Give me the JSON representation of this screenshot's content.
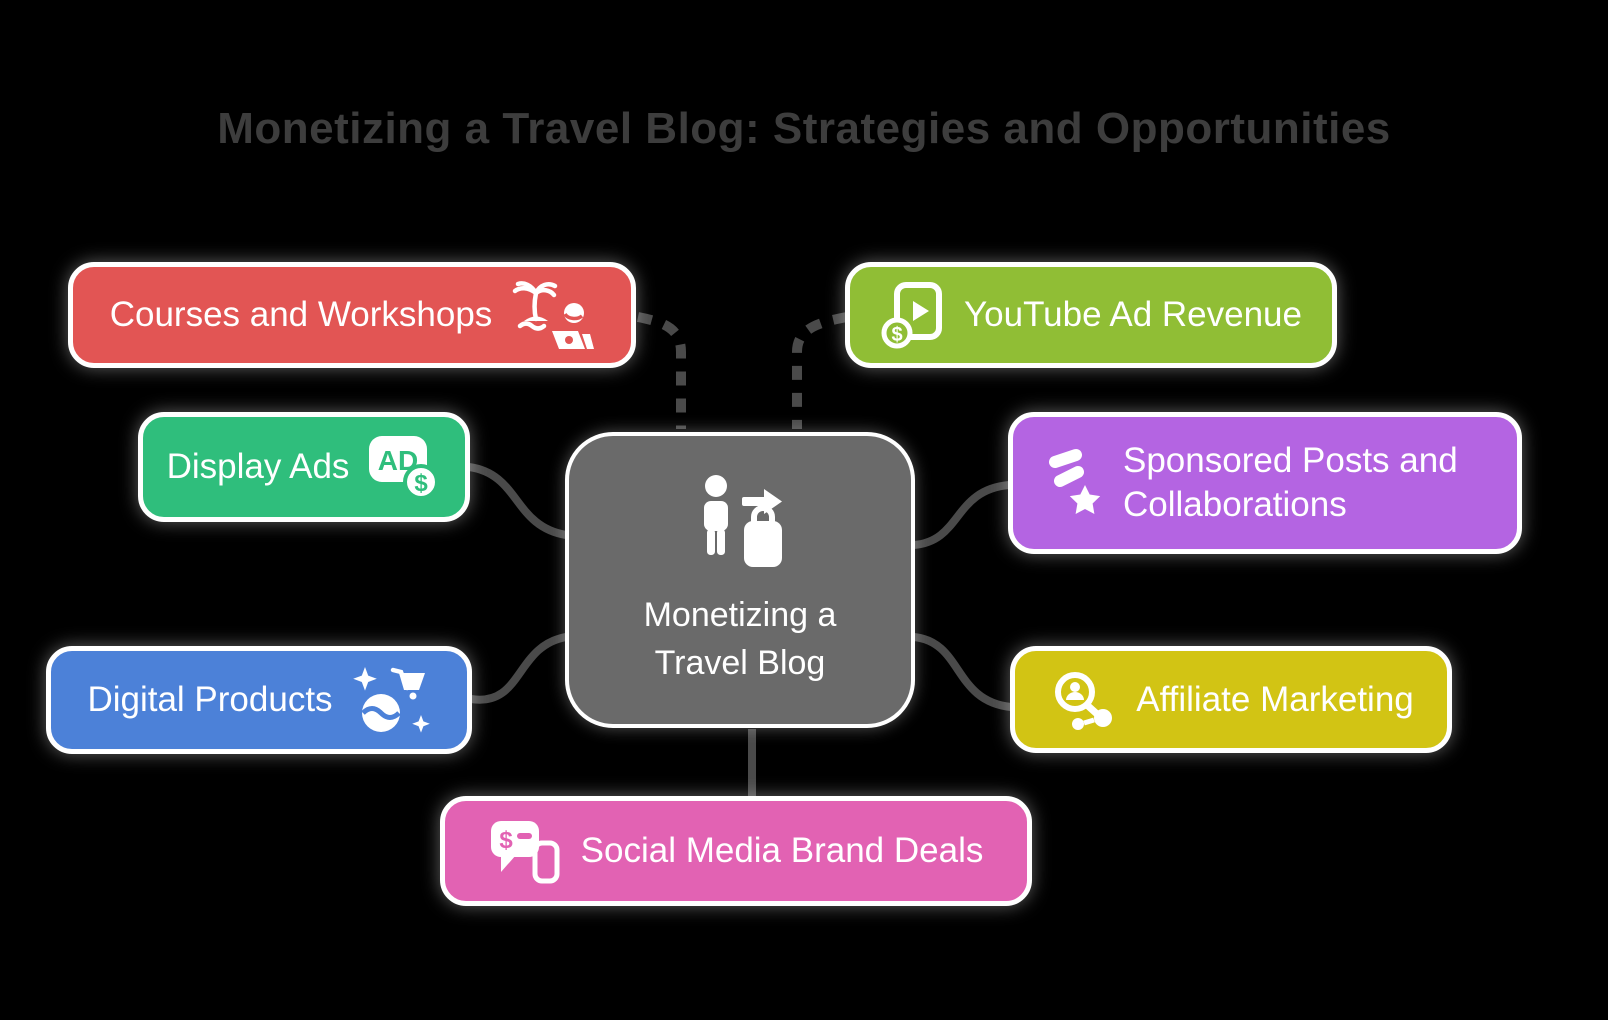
{
  "background": "#000000",
  "title": "Monetizing a Travel Blog: Strategies and Opportunities",
  "title_color": "#3D3D3D",
  "connectors": {
    "color": "#4A4A4A"
  },
  "center": {
    "label": "Monetizing a Travel Blog",
    "color": "#6A6A6A",
    "icon": "traveler-luggage-icon"
  },
  "nodes": [
    {
      "label": "Courses and Workshops",
      "color": "#E25554",
      "icon": "beach-laptop-icon",
      "icon_side": "right"
    },
    {
      "label": "Display Ads",
      "color": "#2FBE7C",
      "icon": "ad-dollar-icon",
      "icon_side": "right"
    },
    {
      "label": "Digital Products",
      "color": "#4C81D8",
      "icon": "sparkle-cart-globe-icon",
      "icon_side": "right"
    },
    {
      "label": "YouTube Ad Revenue",
      "color": "#90BE35",
      "icon": "video-dollar-icon",
      "icon_side": "left"
    },
    {
      "label": "Sponsored Posts and Collaborations",
      "color": "#B464E2",
      "icon": "megaphone-star-icon",
      "icon_side": "left"
    },
    {
      "label": "Affiliate Marketing",
      "color": "#D2C414",
      "icon": "search-network-icon",
      "icon_side": "left"
    },
    {
      "label": "Social Media Brand Deals",
      "color": "#E262B3",
      "icon": "chat-dollar-phone-icon",
      "icon_side": "left"
    }
  ]
}
